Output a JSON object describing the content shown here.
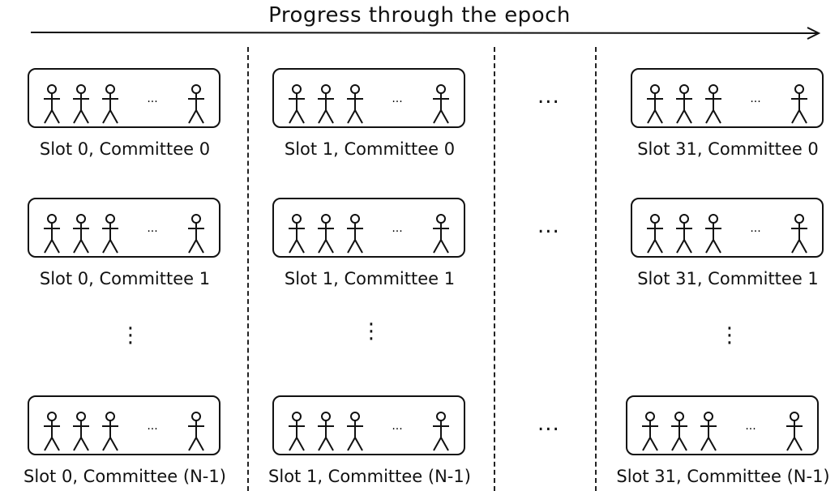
{
  "title": "Progress through the epoch",
  "ellipsis_h": "...",
  "ellipsis_v": "⋮",
  "columns": [
    {
      "committees": [
        {
          "label": "Slot 0, Committee 0"
        },
        {
          "label": "Slot 0, Committee 1"
        },
        {
          "label": "Slot 0, Committee (N-1)"
        }
      ]
    },
    {
      "committees": [
        {
          "label": "Slot 1, Committee 0"
        },
        {
          "label": "Slot 1, Committee 1"
        },
        {
          "label": "Slot 1, Committee (N-1)"
        }
      ]
    },
    {
      "committees": [
        {
          "label": "Slot 31, Committee 0"
        },
        {
          "label": "Slot 31, Committee 1"
        },
        {
          "label": "Slot 31, Committee (N-1)"
        }
      ]
    }
  ]
}
